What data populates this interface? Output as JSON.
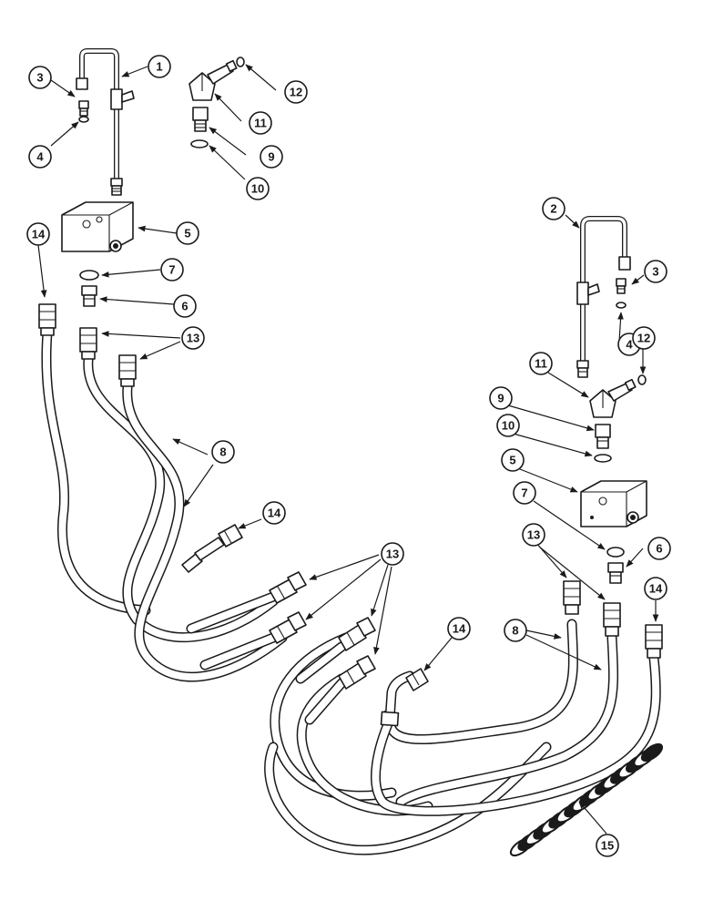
{
  "figure": {
    "callouts": [
      "1",
      "2",
      "3",
      "4",
      "5",
      "6",
      "7",
      "8",
      "9",
      "10",
      "11",
      "12",
      "13",
      "14",
      "15"
    ]
  },
  "colors": {
    "ink": "#1a1a1a",
    "paper": "#ffffff"
  }
}
